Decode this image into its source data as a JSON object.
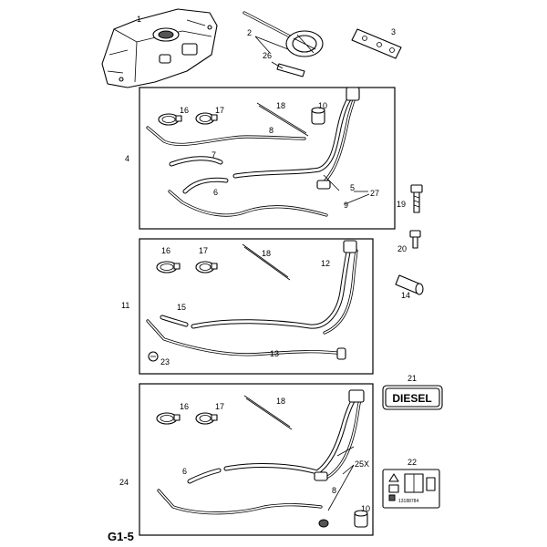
{
  "diagram": {
    "page_code": "G1-5",
    "callouts": {
      "c1": "1",
      "c2": "2",
      "c3": "3",
      "c26": "26",
      "c4": "4",
      "c16a": "16",
      "c17a": "17",
      "c18a": "18",
      "c10a": "10",
      "c8a": "8",
      "c7": "7",
      "c6a": "6",
      "c5": "5",
      "c27": "27",
      "c9": "9",
      "c19": "19",
      "c20": "20",
      "c14": "14",
      "c16b": "16",
      "c17b": "17",
      "c18b": "18",
      "c12": "12",
      "c11": "11",
      "c15": "15",
      "c13": "13",
      "c23": "23",
      "c21": "21",
      "c22": "22",
      "c24": "24",
      "c16c": "16",
      "c17c": "17",
      "c18c": "18",
      "c25x": "25X",
      "c6b": "6",
      "c8b": "8",
      "c10b": "10"
    },
    "diesel_label": "DIESEL",
    "sticker_code": "13188784"
  }
}
